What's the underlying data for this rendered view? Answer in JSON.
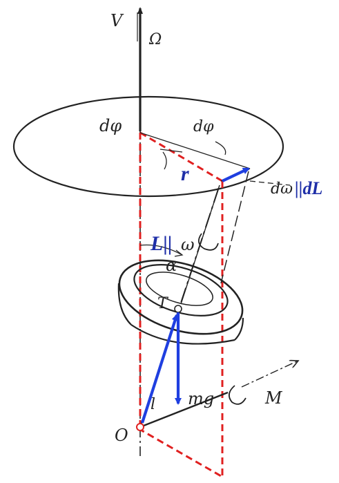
{
  "diagram": {
    "labels": {
      "v_axis": "V",
      "omega_big": "Ω",
      "dphi_axis": "dφ",
      "dphi_arc": "dφ",
      "r": "r",
      "domega_dl_prefix": "dω",
      "domega_dl_suffix": "||dL",
      "l_omega_prefix": "L||",
      "l_omega_suffix": "ω",
      "alpha": "α",
      "t_point": "T",
      "l_length": "l",
      "mg": "mg",
      "m_torque": "M",
      "o_origin": "O"
    },
    "colors": {
      "ink": "#222222",
      "red_dashed": "#e02020",
      "blue_vector": "#1f3fe0",
      "blue_text": "#1f2fa8"
    }
  }
}
